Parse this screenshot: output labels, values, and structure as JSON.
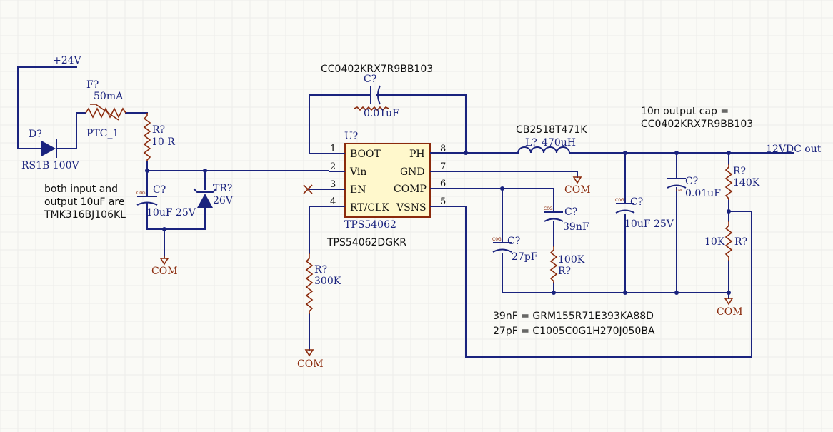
{
  "nets": {
    "v24": "+24V",
    "out12": "12VDC out",
    "com": "COM"
  },
  "parts": {
    "d1": {
      "ref": "D?",
      "value": "RS1B 100V"
    },
    "f1": {
      "ref": "F?",
      "value": "50mA",
      "name": "PTC_1"
    },
    "r_in": {
      "ref": "R?",
      "value": "10 R"
    },
    "c_in": {
      "ref": "C?",
      "value": "10uF 25V"
    },
    "tr1": {
      "ref": "TR?",
      "value": "26V"
    },
    "c_boot": {
      "ref": "C?",
      "value": "0.01uF",
      "part": "CC0402KRX7R9BB103"
    },
    "u1": {
      "ref": "U?",
      "chip": "TPS54062",
      "part": "TPS54062DGKR"
    },
    "l1": {
      "ref": "L?",
      "value": "470uH",
      "part": "CB2518T471K"
    },
    "r_rt": {
      "ref": "R?",
      "value": "300K"
    },
    "c_27p": {
      "ref": "C?",
      "value": "27pF"
    },
    "c_39n": {
      "ref": "C?",
      "value": "39nF"
    },
    "r_100k": {
      "ref": "R?",
      "value": "100K"
    },
    "c_out": {
      "ref": "C?",
      "value": "10uF 25V"
    },
    "c_out2": {
      "ref": "C?",
      "value": "0.01uF"
    },
    "r_140k": {
      "ref": "R?",
      "value": "140K"
    },
    "r_10k": {
      "ref": "R?",
      "value": "10K"
    }
  },
  "pins": [
    {
      "num": "1",
      "left": "BOOT",
      "rnum": "8",
      "right": "PH"
    },
    {
      "num": "2",
      "left": "Vin",
      "rnum": "7",
      "right": "GND"
    },
    {
      "num": "3",
      "left": "EN",
      "rnum": "6",
      "right": "COMP"
    },
    {
      "num": "4",
      "left": "RT/CLK",
      "rnum": "5",
      "right": "VSNS"
    }
  ],
  "notes": {
    "input_cap": [
      "both input and",
      "output 10uF are",
      "TMK316BJ106KL"
    ],
    "output_cap": [
      "10n output cap =",
      "CC0402KRX7R9BB103"
    ],
    "comp_caps": [
      "39nF = GRM155R71E393KA88D",
      "27pF = C1005C0G1H270J050BA"
    ]
  },
  "colors": {
    "wire": "#1a237e",
    "component": "#8b2a0c",
    "chip_fill": "#fff8cc",
    "background": "#fafaf6"
  }
}
